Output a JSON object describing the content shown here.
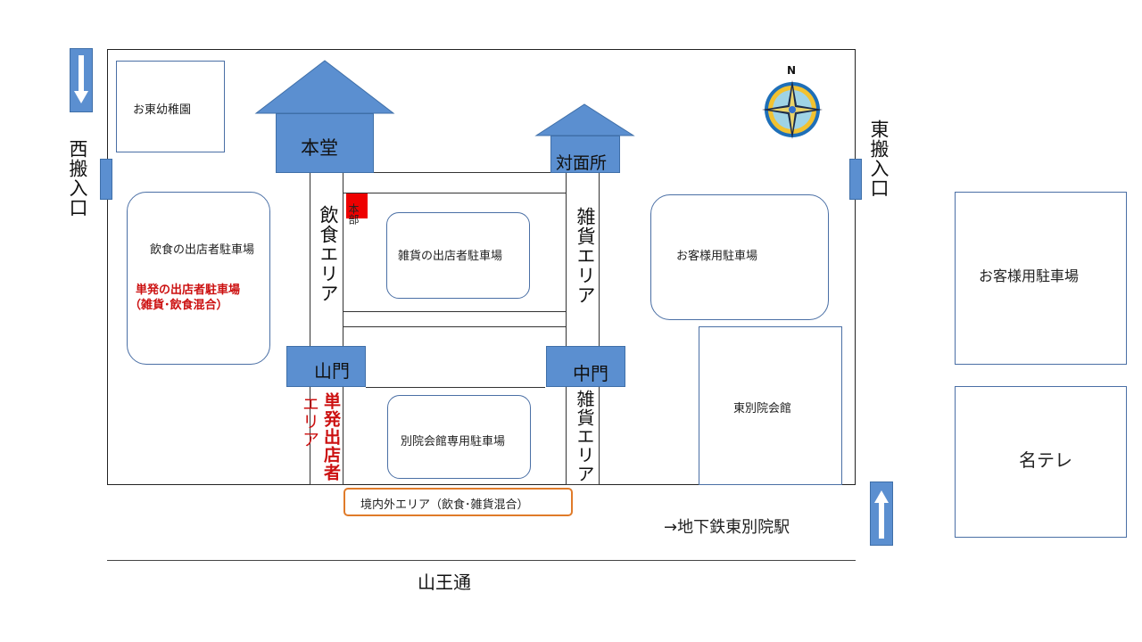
{
  "map": {
    "buildings": {
      "hondo": "本堂",
      "taimensho": "対面所",
      "sanmon": "山門",
      "chumon": "中門",
      "honbu": "本部"
    },
    "areas": {
      "inshoku_area": "飲食エリア",
      "zakka_area_top": "雑貨エリア",
      "zakka_area_bottom": "雑貨エリア",
      "tanpatsu_area": "単発出店者",
      "tanpatsu_area_suffix": "エリア"
    },
    "parking": {
      "inshoku_parking": "飲食の出店者駐車場",
      "tanpatsu_parking": "単発の出店者駐車場",
      "tanpatsu_parking_note": "（雑貨･飲食混合）",
      "zakka_parking": "雑貨の出店者駐車場",
      "customer_parking": "お客様用駐車場",
      "betsuin_parking": "別院会館専用駐車場",
      "customer_parking_outside": "お客様用駐車場"
    },
    "facilities": {
      "kindergarten": "お東幼稚園",
      "kaikan": "東別院会館",
      "meitele": "名テレ"
    },
    "entrances": {
      "west": "西搬入口",
      "east": "東搬入口"
    },
    "outside_area": "境内外エリア（飲食･雑貨混合）",
    "station": "→地下鉄東別院駅",
    "street": "山王通",
    "compass_north": "N",
    "icons": [
      "down-arrow-icon",
      "up-arrow-icon",
      "compass-icon"
    ],
    "colors": {
      "building_blue": "#5b8fd0",
      "honbu_red": "#ee0000",
      "highlight_red": "#cc1111",
      "outside_area_orange": "#e07b2a"
    }
  }
}
